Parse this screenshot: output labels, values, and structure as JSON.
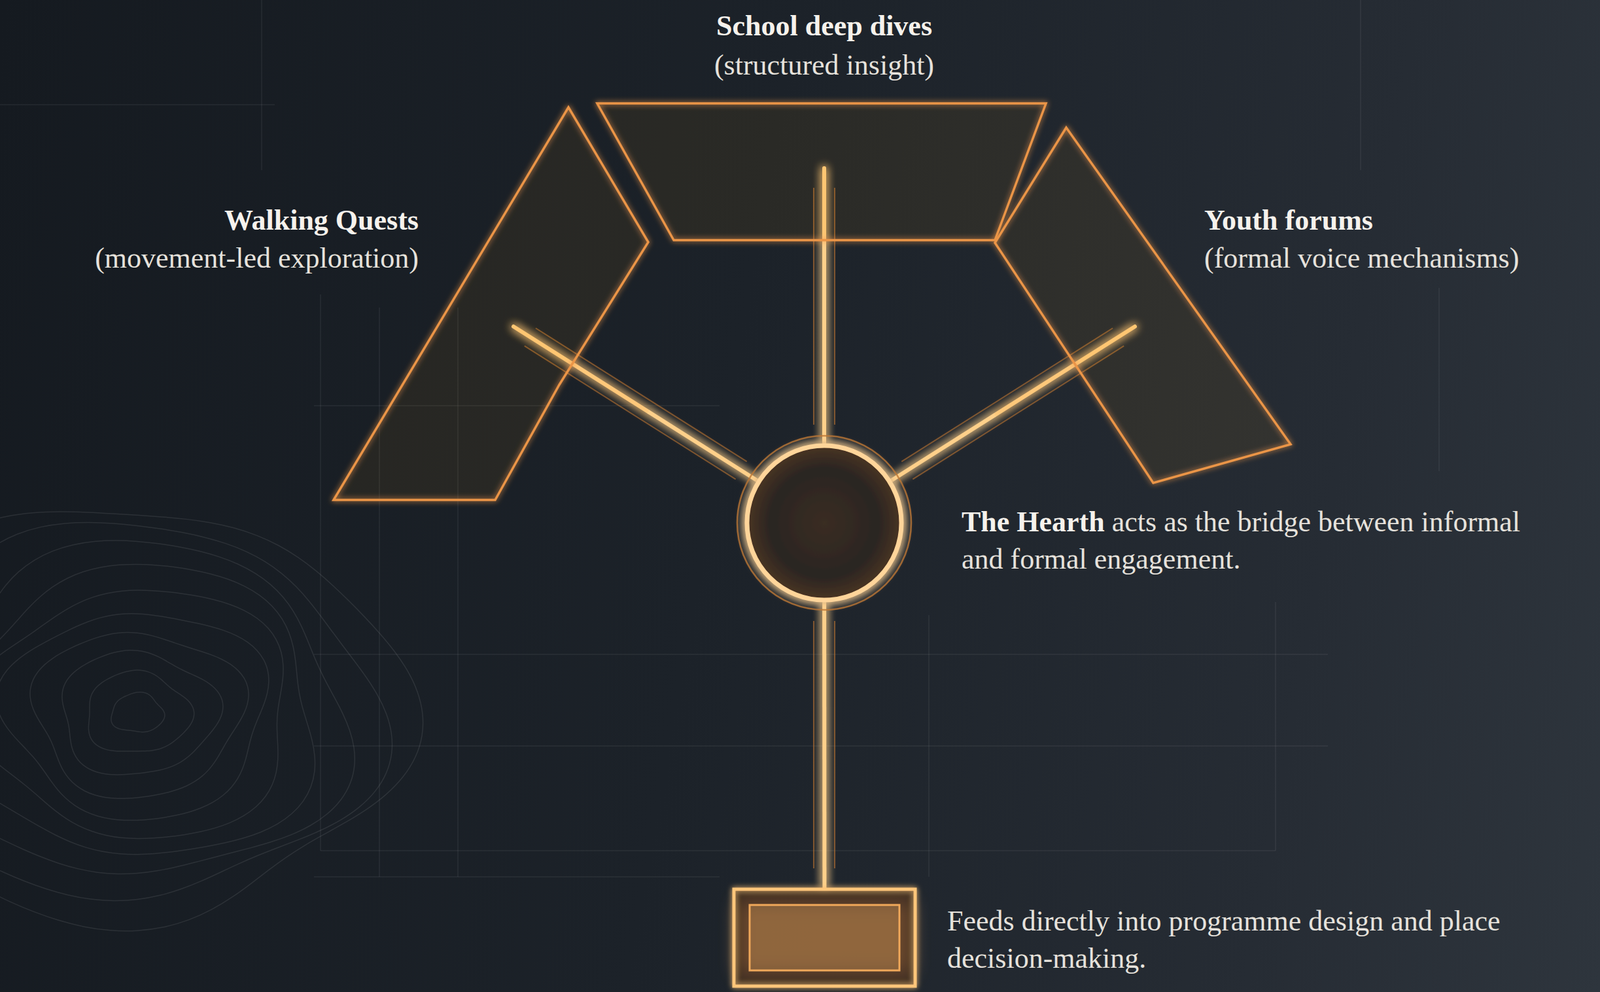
{
  "diagram": {
    "nodes": [
      {
        "text": [
          "School deep dives",
          "(structured insight)"
        ]
      },
      {
        "text": [
          "Walking Quests",
          "(movement-led exploration)"
        ]
      },
      {
        "text": [
          "Youth forums",
          "(formal voice mechanisms)"
        ]
      },
      {
        "text": [
          "The Hearth",
          "acts as the bridge between informal and formal engagement."
        ]
      },
      {
        "text": [
          "Feeds directly into programme design and place decision-making."
        ]
      }
    ],
    "edges": [
      {
        "from": 3,
        "to": 1,
        "arrow": "none"
      },
      {
        "from": 3,
        "to": 0,
        "arrow": "none"
      },
      {
        "from": 3,
        "to": 2,
        "arrow": "none"
      },
      {
        "from": 3,
        "to": 4,
        "arrow": "none"
      }
    ]
  }
}
